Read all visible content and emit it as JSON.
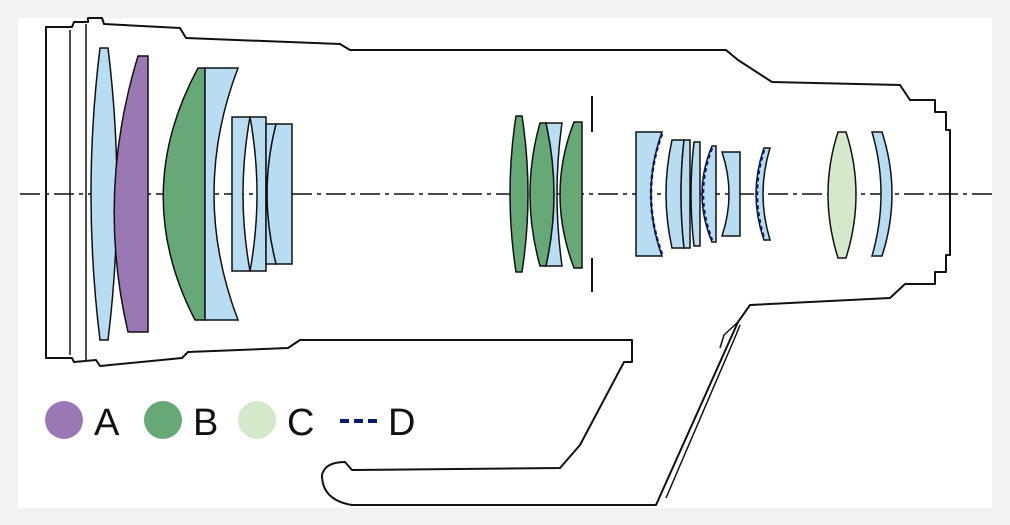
{
  "colors": {
    "page": "#f2f2f2",
    "panel": "#ffffff",
    "outline": "#111111",
    "lens_standard": "#b8dcf2",
    "lens_a": "#9a78b4",
    "lens_b": "#67a877",
    "lens_c": "#d4e8cc",
    "coating_d": "#0a1a6a"
  },
  "legend": [
    {
      "label": "A",
      "type": "A",
      "swatch": "circle"
    },
    {
      "label": "B",
      "type": "B",
      "swatch": "circle"
    },
    {
      "label": "C",
      "type": "C",
      "swatch": "circle"
    },
    {
      "label": "D",
      "type": "D",
      "swatch": "dashed-line"
    }
  ],
  "lens_elements": [
    {
      "type": "standard"
    },
    {
      "type": "A"
    },
    {
      "type": "B"
    },
    {
      "type": "standard"
    },
    {
      "type": "standard"
    },
    {
      "type": "standard"
    },
    {
      "type": "standard"
    },
    {
      "type": "standard"
    },
    {
      "type": "B"
    },
    {
      "type": "B"
    },
    {
      "type": "standard"
    },
    {
      "type": "B"
    },
    {
      "type": "standard",
      "coating": "D"
    },
    {
      "type": "standard"
    },
    {
      "type": "standard"
    },
    {
      "type": "standard",
      "coating": "D"
    },
    {
      "type": "standard"
    },
    {
      "type": "standard",
      "coating": "D"
    },
    {
      "type": "C"
    },
    {
      "type": "standard"
    }
  ]
}
